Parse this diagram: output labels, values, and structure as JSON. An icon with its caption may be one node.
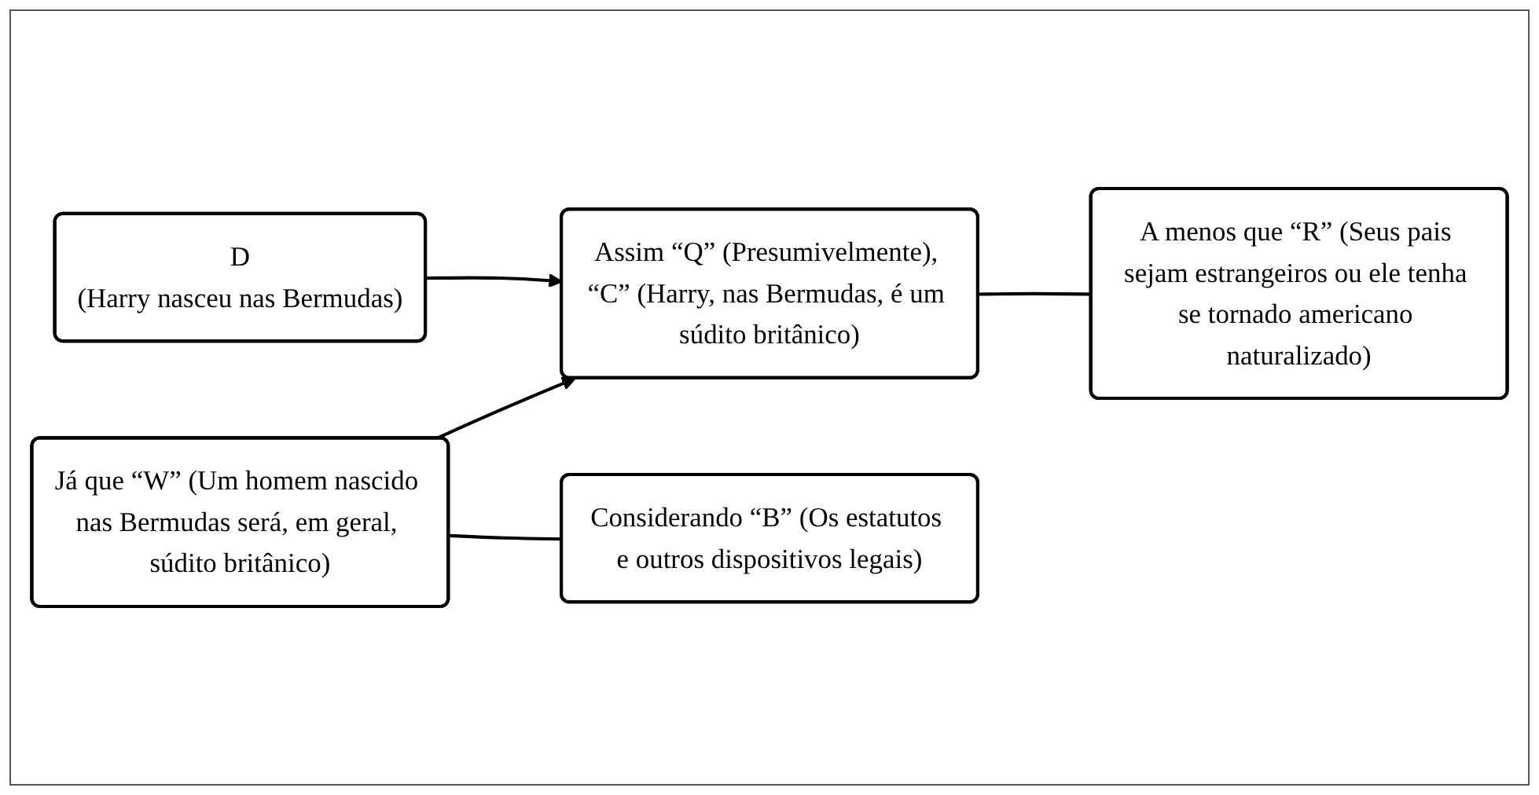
{
  "diagram": {
    "nodes": [
      {
        "text": [
          "D",
          "(Harry nasceu nas Bermudas)"
        ]
      },
      {
        "text": [
          "Assim “Q” (Presumivelmente), “C” (Harry, nas Bermudas, é um súdito britânico)"
        ]
      },
      {
        "text": [
          "Já que “W” (Um homem nascido nas Bermudas será, em geral, súdito britânico)"
        ]
      },
      {
        "text": [
          "A menos que “R” (Seus pais sejam estrangeiros ou ele tenha se tornado americano naturalizado)"
        ]
      },
      {
        "text": [
          "Considerando “B” (Os estatutos e outros dispositivos legais)"
        ]
      }
    ],
    "edges": [
      {
        "from": 0,
        "to": 1,
        "arrow": "to"
      },
      {
        "from": 2,
        "to": 1,
        "arrow": "to"
      },
      {
        "from": 2,
        "to": 4,
        "arrow": "none"
      },
      {
        "from": 1,
        "to": 3,
        "arrow": "none"
      }
    ]
  }
}
